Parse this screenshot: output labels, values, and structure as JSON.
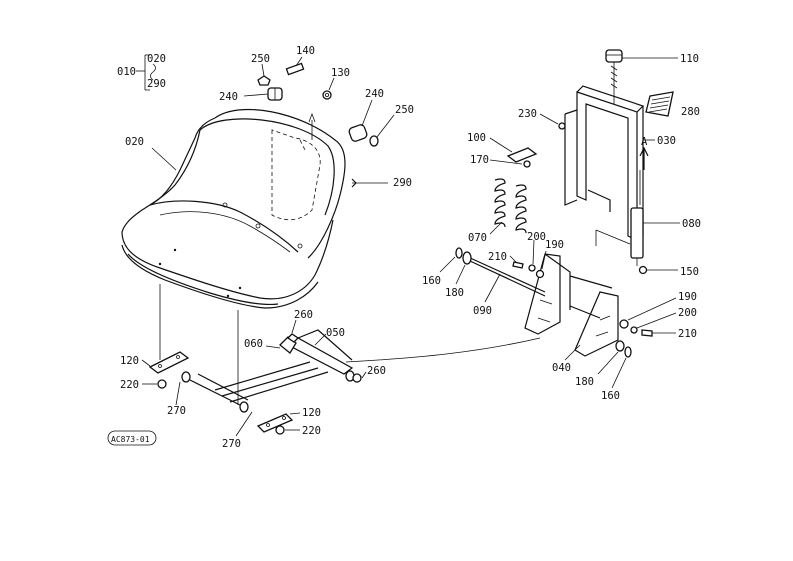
{
  "diagram_code": "AC873-01",
  "callouts": {
    "p010": "010",
    "p020_top": "020",
    "p290_top": "290",
    "p020": "020",
    "p030": "030",
    "p040": "040",
    "p050": "050",
    "p060": "060",
    "p070": "070",
    "p080": "080",
    "p090": "090",
    "p100": "100",
    "p110": "110",
    "p120a": "120",
    "p120b": "120",
    "p130": "130",
    "p140": "140",
    "p150": "150",
    "p160a": "160",
    "p160b": "160",
    "p170": "170",
    "p180a": "180",
    "p180b": "180",
    "p190a": "190",
    "p190b": "190",
    "p200a": "200",
    "p200b": "200",
    "p210a": "210",
    "p210b": "210",
    "p220a": "220",
    "p220b": "220",
    "p230": "230",
    "p240a": "240",
    "p240b": "240",
    "p250a": "250",
    "p250b": "250",
    "p260a": "260",
    "p260b": "260",
    "p270a": "270",
    "p270b": "270",
    "p280": "280",
    "p290": "290"
  },
  "view_marker": "A"
}
